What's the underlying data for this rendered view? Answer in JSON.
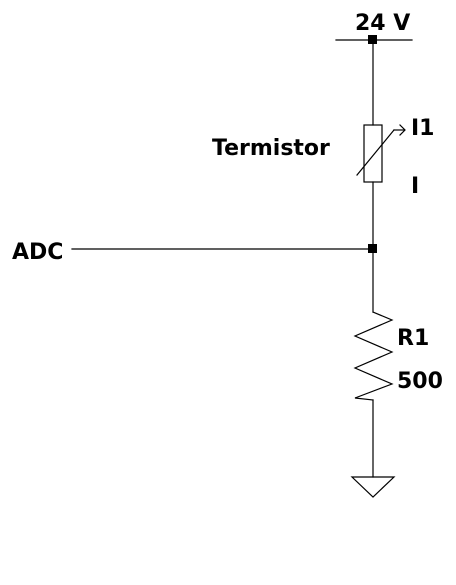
{
  "supply": {
    "label": "24 V"
  },
  "thermistor": {
    "name_label": "Termistor",
    "ref_label": "I1",
    "value_label": "I"
  },
  "output": {
    "label": "ADC"
  },
  "resistor": {
    "ref_label": "R1",
    "value_label": "500"
  },
  "colors": {
    "wire": "#000000",
    "background": "#ffffff"
  },
  "icons": {
    "supply": "supply-rail-icon",
    "thermistor": "thermistor-icon",
    "resistor": "resistor-zigzag-icon",
    "ground": "ground-icon",
    "node": "junction-dot-icon"
  }
}
